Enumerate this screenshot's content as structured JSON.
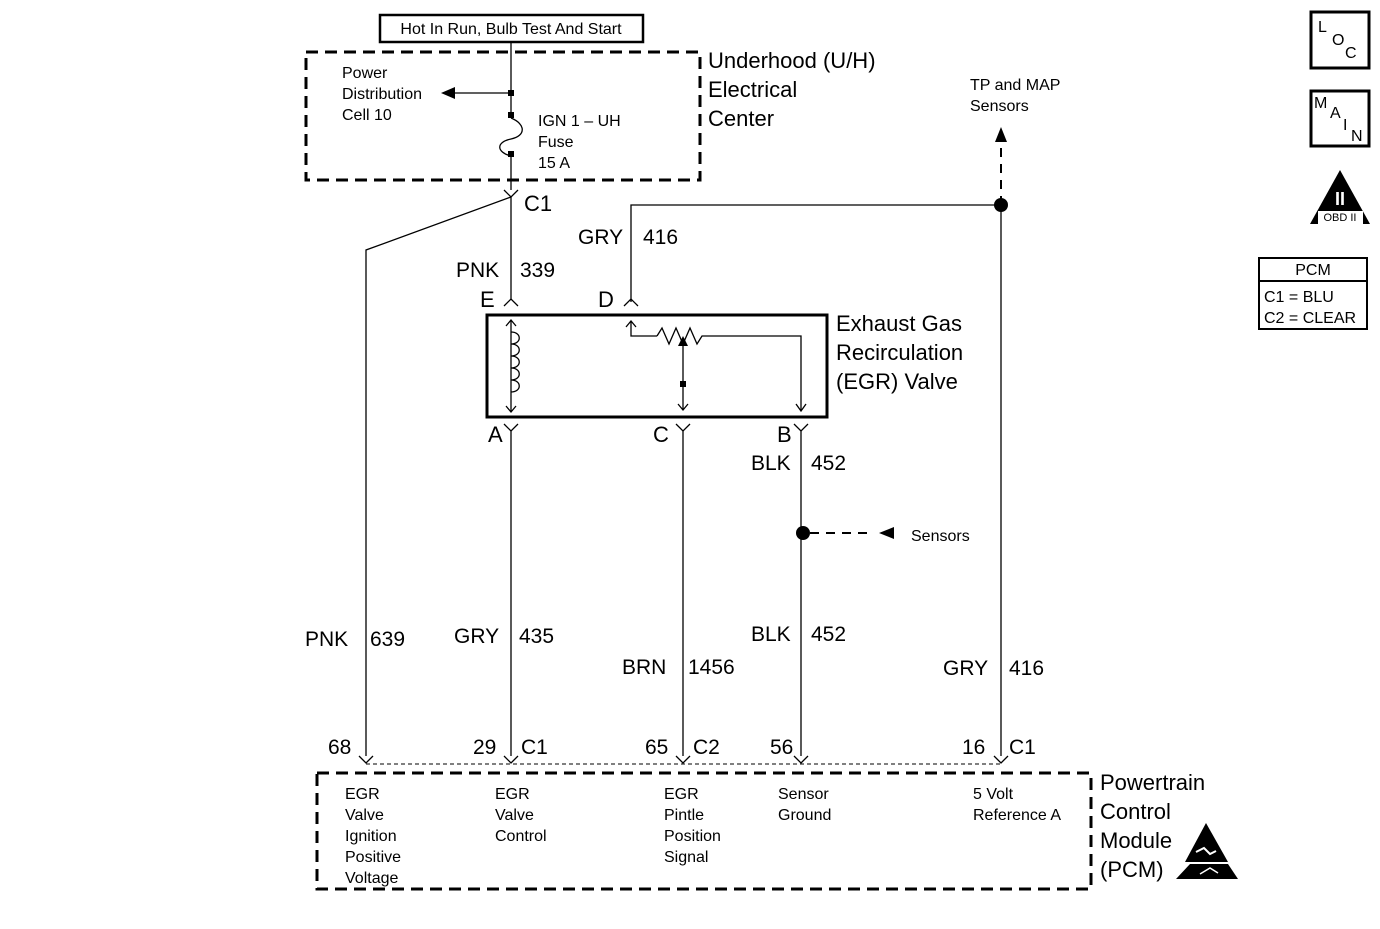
{
  "power_banner": "Hot In Run, Bulb Test And Start",
  "uh_center": {
    "line1": "Underhood (U/H)",
    "line2": "Electrical",
    "line3": "Center"
  },
  "power_dist": {
    "line1": "Power",
    "line2": "Distribution",
    "line3": "Cell 10"
  },
  "fuse": {
    "line1": "IGN 1 – UH",
    "line2": "Fuse",
    "line3": "15 A"
  },
  "connector_c1": "C1",
  "tp_map": {
    "line1": "TP and MAP",
    "line2": "Sensors"
  },
  "egr_valve": {
    "line1": "Exhaust Gas",
    "line2": "Recirculation",
    "line3": "(EGR) Valve"
  },
  "egr_pins": {
    "e": "E",
    "d": "D",
    "a": "A",
    "c": "C",
    "b": "B"
  },
  "wires": {
    "pnk339": {
      "color": "PNK",
      "num": "339"
    },
    "gry416_top": {
      "color": "GRY",
      "num": "416"
    },
    "blk452_top": {
      "color": "BLK",
      "num": "452"
    },
    "pnk639": {
      "color": "PNK",
      "num": "639"
    },
    "gry435": {
      "color": "GRY",
      "num": "435"
    },
    "brn1456": {
      "color": "BRN",
      "num": "1456"
    },
    "blk452_bot": {
      "color": "BLK",
      "num": "452"
    },
    "gry416_bot": {
      "color": "GRY",
      "num": "416"
    }
  },
  "sensors_label": "Sensors",
  "pcm_pins": [
    {
      "pin": "68",
      "conn": ""
    },
    {
      "pin": "29",
      "conn": "C1"
    },
    {
      "pin": "65",
      "conn": "C2"
    },
    {
      "pin": "56",
      "conn": ""
    },
    {
      "pin": "16",
      "conn": "C1"
    }
  ],
  "pcm_functions": [
    [
      "EGR",
      "Valve",
      "Ignition",
      "Positive",
      "Voltage"
    ],
    [
      "EGR",
      "Valve",
      "Control"
    ],
    [
      "EGR",
      "Pintle",
      "Position",
      "Signal"
    ],
    [
      "Sensor",
      "Ground"
    ],
    [
      "5 Volt",
      "Reference A"
    ]
  ],
  "pcm_module": {
    "line1": "Powertrain",
    "line2": "Control",
    "line3": "Module",
    "line4": "(PCM)"
  },
  "loc_icon": {
    "l1": "L",
    "l2": "O",
    "l3": "C"
  },
  "main_icon": {
    "l1": "M",
    "l2": "A",
    "l3": "I",
    "l4": "N"
  },
  "obd_icon": {
    "top": "II",
    "bottom": "OBD II"
  },
  "pcm_legend": {
    "title": "PCM",
    "c1": "C1 = BLU",
    "c2": "C2 = CLEAR"
  }
}
